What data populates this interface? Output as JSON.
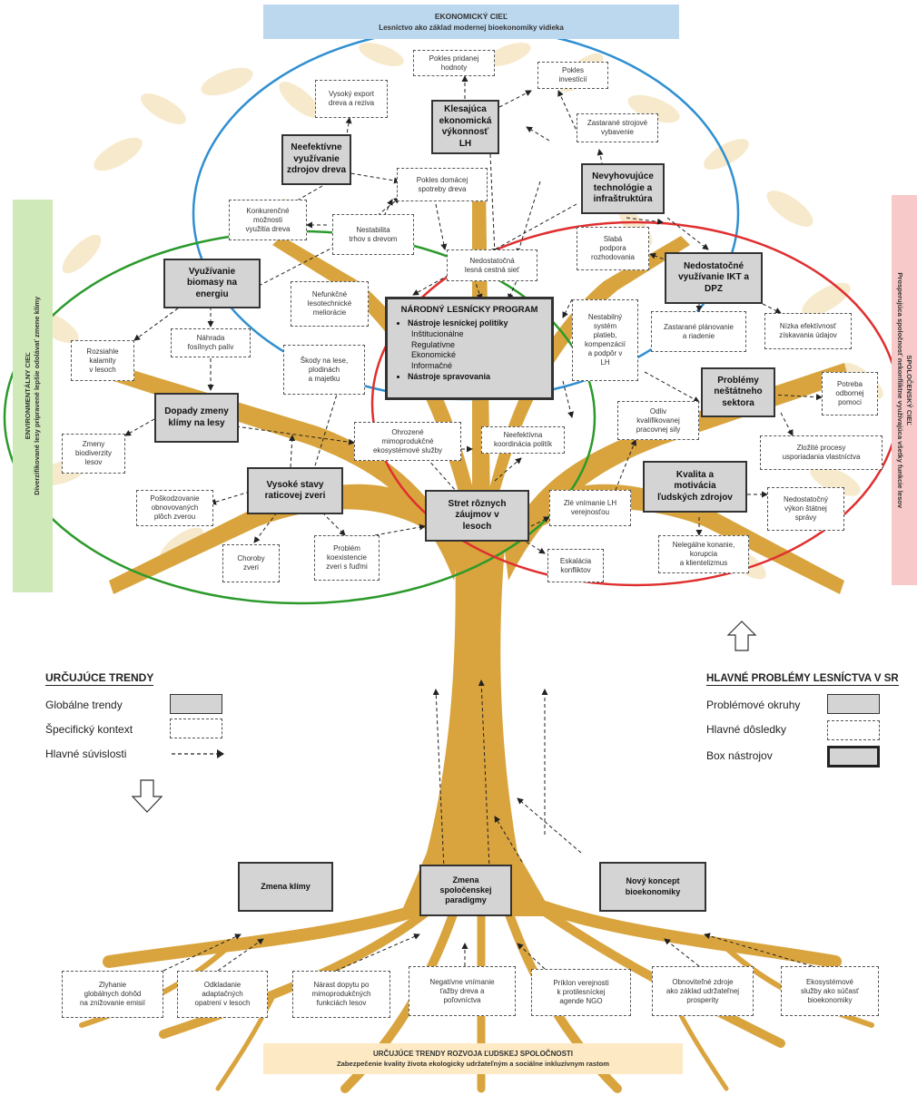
{
  "colors": {
    "tree": "#d9a43e",
    "leaf": "#f6e7c6",
    "economic": "#2f8fd0",
    "environmental": "#2b9a2b",
    "social": "#e02f2f",
    "top_banner": "#bcd8ef",
    "left_banner": "#cfe9b9",
    "right_banner": "#f7c9c9",
    "bottom_banner": "#fde9c3"
  },
  "economic_goal": {
    "title": "EKONOMICKÝ CIEĽ",
    "text": "Lesníctvo ako základ modernej bioekonomiky vidieka"
  },
  "environmental_goal": {
    "title": "ENVIRONMENTÁLNY CIEĽ",
    "text": "Diverzifikované lesy pripravené lepšie odolávať zmene klímy"
  },
  "social_goal": {
    "title": "SPOLOČENSKÝ CIEĽ",
    "text": "Prosperujúca spoločnosť nekonfliktne využívajúca všetky funkcie lesov"
  },
  "bottom_goal": {
    "title": "URČUJÚCE TRENDY ROZVOJA ĽUDSKEJ SPOLOČNOSTI",
    "text": "Zabezpečenie kvality života ekologicky udržateľným a sociálne inkluzívnym rastom"
  },
  "problems": [
    {
      "label": "Klesajúca\nekonomická\nvýkonnosť LH"
    },
    {
      "label": "Neefektívne\nvyužívanie\nzdrojov dreva"
    },
    {
      "label": "Nevyhovujúce\ntechnológie a\ninfraštruktúra"
    },
    {
      "label": "Využívanie\nbiomasy na\nenergiu"
    },
    {
      "label": "Nedostatočné\nvyužívanie IKT a\nDPZ"
    },
    {
      "label": "Dopady zmeny\nklímy na lesy"
    },
    {
      "label": "Problémy\nneštátneho\nsektora"
    },
    {
      "label": "Vysoké stavy\nraticovej zveri"
    },
    {
      "label": "Kvalita a\nmotivácia\nľudských zdrojov"
    },
    {
      "label": "Stret rôznych\nzáujmov v\nlesoch"
    }
  ],
  "consequences": [
    {
      "label": "Pokles pridanej\nhodnoty"
    },
    {
      "label": "Pokles\ninvestícií"
    },
    {
      "label": "Vysoký export\ndreva a reziva"
    },
    {
      "label": "Zastarané strojové\nvybavenie"
    },
    {
      "label": "Pokles domácej\nspotreby dreva"
    },
    {
      "label": "Konkurenčné\nmožnosti\nvyužitia dreva"
    },
    {
      "label": "Nestabilita\ntrhov s drevom"
    },
    {
      "label": "Nedostatočná\nlesná cestná sieť"
    },
    {
      "label": "Slabá\npodpora\nrozhodovania"
    },
    {
      "label": "Nefunkčné\nlesotechnické\nmeliorácie"
    },
    {
      "label": "Nestabilný\nsystém\nplatieb,\nkompenzácií\na podpôr v\nLH"
    },
    {
      "label": "Zastarané plánovanie\na riadenie"
    },
    {
      "label": "Nízka efektívnosť\nzískavania údajov"
    },
    {
      "label": "Rozsiahle\nkalamity\nv lesoch"
    },
    {
      "label": "Náhrada\nfosílnych palív"
    },
    {
      "label": "Škody na lese,\nplodinách\na majetku"
    },
    {
      "label": "Potreba\nodbornej\npomoci"
    },
    {
      "label": "Odliv\nkvalifikovanej\npracovnej sily"
    },
    {
      "label": "Zmeny\nbiodiverzity\nlesov"
    },
    {
      "label": "Ohrozené\nmimoprodukčné\nekosystémové služby"
    },
    {
      "label": "Neefektívna\nkoordinácia politík"
    },
    {
      "label": "Zložité procesy\nusporiadania vlastníctva"
    },
    {
      "label": "Poškodzovanie\nobnovovaných\nplôch zverou"
    },
    {
      "label": "Zlé vnímanie LH\nverejnosťou"
    },
    {
      "label": "Nedostatočný\nvýkon štátnej\nsprávy"
    },
    {
      "label": "Nelegálne konanie,\nkorupcia\na klientelizmus"
    },
    {
      "label": "Choroby\nzveri"
    },
    {
      "label": "Problém\nkoexistencie\nzveri s ľuďmi"
    },
    {
      "label": "Eskalácia\nkonfliktov"
    }
  ],
  "npl": {
    "title": "NÁRODNÝ LESNÍCKY PROGRAM",
    "item1": "Nástroje lesníckej politiky",
    "sub": [
      "Inštitucionálne",
      "Regulatívne",
      "Ekonomické",
      "Informačné"
    ],
    "item2": "Nástroje spravovania"
  },
  "trends": [
    {
      "label": "Zmena klímy"
    },
    {
      "label": "Zmena\nspoločenskej\nparadigmy"
    },
    {
      "label": "Nový koncept\nbioekonomiky"
    }
  ],
  "roots": [
    {
      "label": "Zlyhanie\nglobálnych dohôd\nna znižovanie emisií"
    },
    {
      "label": "Odkladanie\nadaptačných\nopatrení v lesoch"
    },
    {
      "label": "Nárast dopytu po\nmimoprodukčných\nfunkciách lesov"
    },
    {
      "label": "Negatívne vnímanie\nťažby dreva a\npoľovníctva"
    },
    {
      "label": "Príklon verejnosti\nk protilesníckej\nagende NGO"
    },
    {
      "label": "Obnoviteľné zdroje\nako základ udržateľnej\nprosperity"
    },
    {
      "label": "Ekosystémové\nslužby ako súčasť\nbioekonomiky"
    }
  ],
  "legend_left": {
    "title": "URČUJÚCE TRENDY",
    "global": "Globálne trendy",
    "specific": "Špecifický kontext",
    "links": "Hlavné súvislosti"
  },
  "legend_right": {
    "title": "HLAVNÉ PROBLÉMY LESNÍCTVA V SR",
    "problem_areas": "Problémové okruhy",
    "consequences": "Hlavné dôsledky",
    "toolbox": "Box nástrojov"
  }
}
